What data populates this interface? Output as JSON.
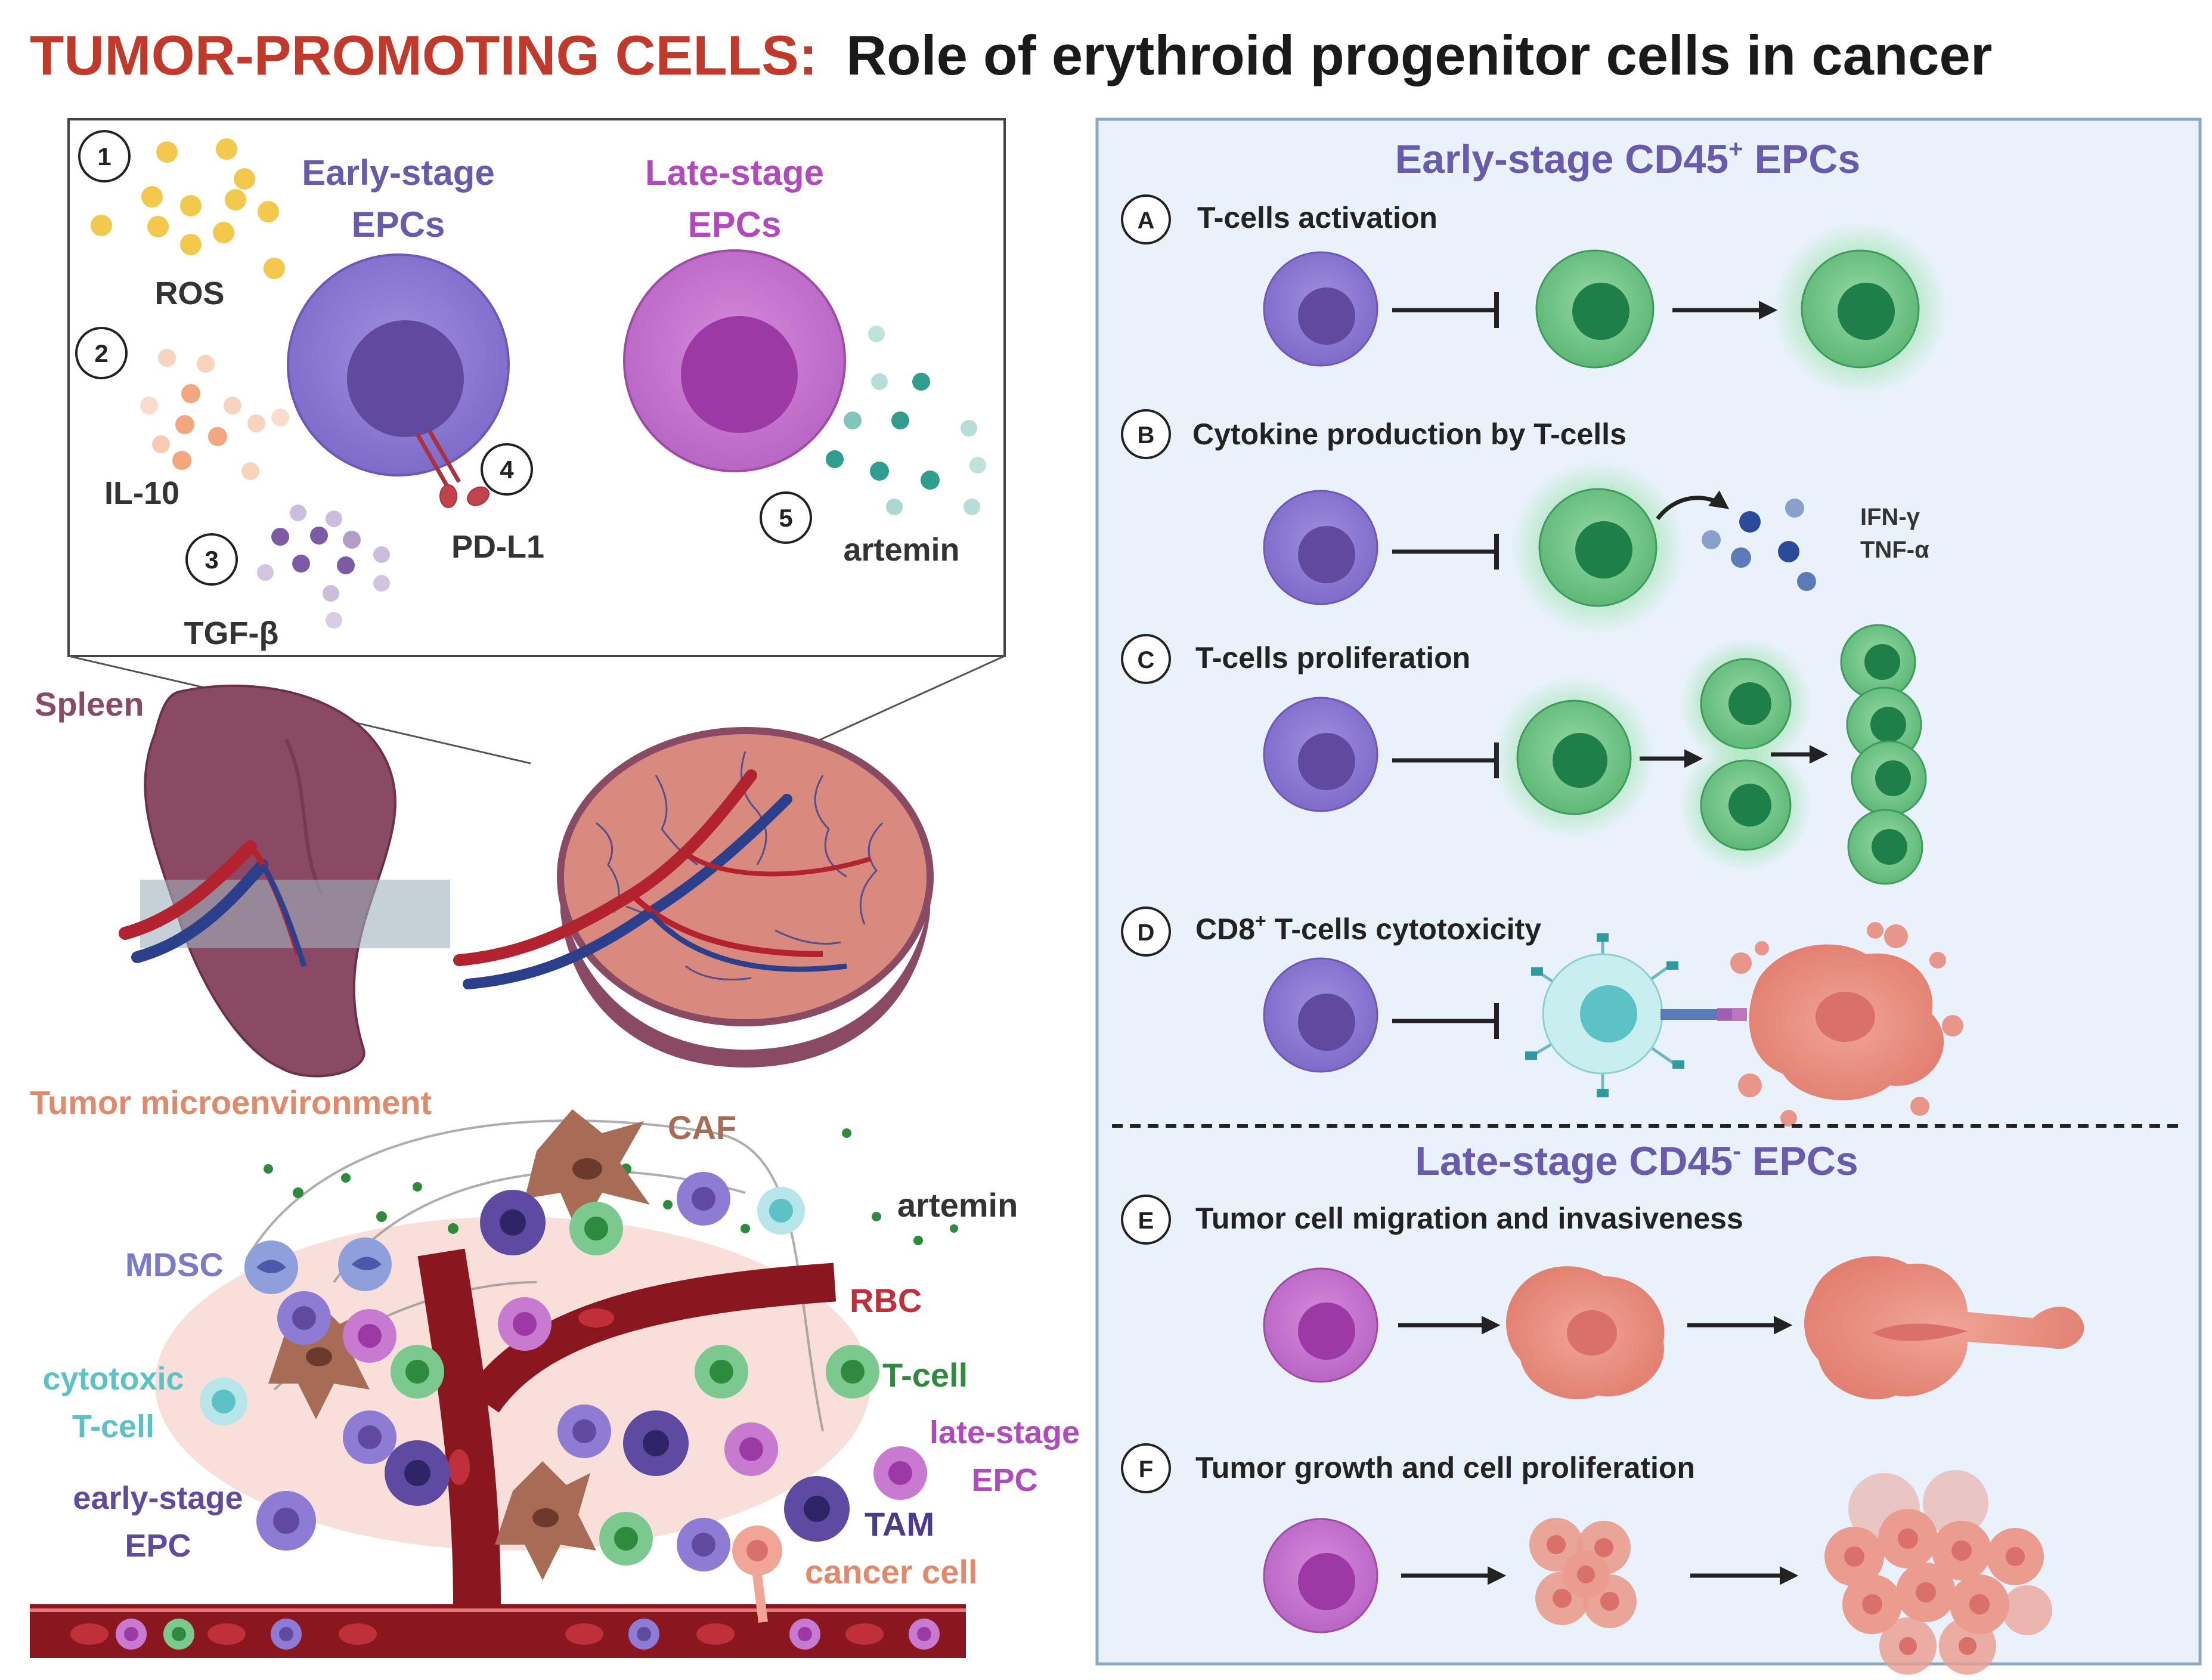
{
  "title": {
    "highlight": "TUMOR-PROMOTING CELLS:",
    "rest": "Role of erythroid progenitor cells in cancer"
  },
  "colors": {
    "title_red": "#c0392b",
    "early_epc": "#8e7bd4",
    "late_epc": "#c77ad0",
    "t_cell": "#7cc98f",
    "tumor": "#e8968a",
    "panel_bg": "#e9f1fb",
    "panel_border": "#8aa9c8"
  },
  "inset": {
    "markers": [
      "1",
      "2",
      "3",
      "4",
      "5"
    ],
    "labels": {
      "ros": "ROS",
      "il10": "IL-10",
      "tgfb": "TGF-β",
      "pdl1": "PD-L1",
      "artemin": "artemin"
    },
    "early_title": [
      "Early-stage",
      "EPCs"
    ],
    "late_title": [
      "Late-stage",
      "EPCs"
    ]
  },
  "spleen": {
    "label": "Spleen"
  },
  "tme": {
    "title": "Tumor microenvironment",
    "labels": {
      "caf": "CAF",
      "artemin": "artemin",
      "mdsc": "MDSC",
      "rbc": "RBC",
      "cytotoxic": [
        "cytotoxic",
        "T-cell"
      ],
      "tcell": "T-cell",
      "late_epc": [
        "late-stage",
        "EPC"
      ],
      "early_epc": [
        "early-stage",
        "EPC"
      ],
      "tam": "TAM",
      "cancer_cell": "cancer cell"
    }
  },
  "panel": {
    "early_header": {
      "main": "Early-stage CD45",
      "sup": "+",
      "tail": " EPCs"
    },
    "late_header": {
      "main": "Late-stage CD45",
      "sup": "-",
      "tail": " EPCs"
    },
    "rows": [
      {
        "letter": "A",
        "text": "T-cells activation"
      },
      {
        "letter": "B",
        "text": "Cytokine production by T-cells"
      },
      {
        "letter": "C",
        "text": "T-cells proliferation"
      },
      {
        "letter": "D",
        "text_main": "CD8",
        "text_sup": "+",
        "text_tail": " T-cells cytotoxicity"
      },
      {
        "letter": "E",
        "text": "Tumor cell migration and invasiveness"
      },
      {
        "letter": "F",
        "text": "Tumor growth and cell proliferation"
      }
    ],
    "cytokines": [
      "IFN-γ",
      "TNF-α"
    ]
  }
}
